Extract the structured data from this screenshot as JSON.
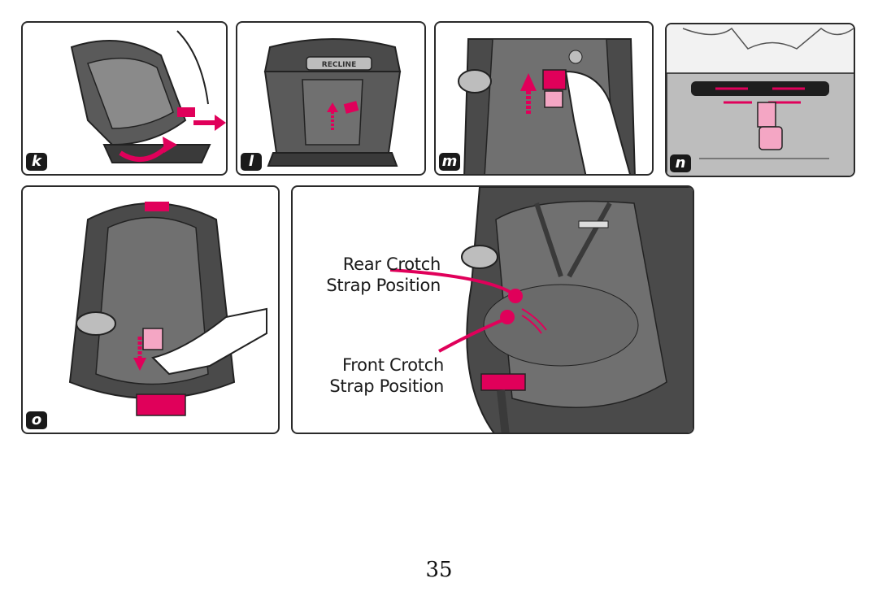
{
  "panels": [
    {
      "step": "k"
    },
    {
      "step": "l",
      "seat_label": "RECLINE"
    },
    {
      "step": "m"
    },
    {
      "step": "n"
    },
    {
      "step": "o"
    },
    {
      "rear_label_line1": "Rear Crotch",
      "rear_label_line2": "Strap Position",
      "front_label_line1": "Front Crotch",
      "front_label_line2": "Strap Position"
    }
  ],
  "page_number": "35",
  "colors": {
    "accent": "#e0005a",
    "seat_dark": "#4a4a4a",
    "seat_mid": "#707070",
    "seat_light": "#bdbdbd",
    "pink_light": "#f4a6c4"
  }
}
